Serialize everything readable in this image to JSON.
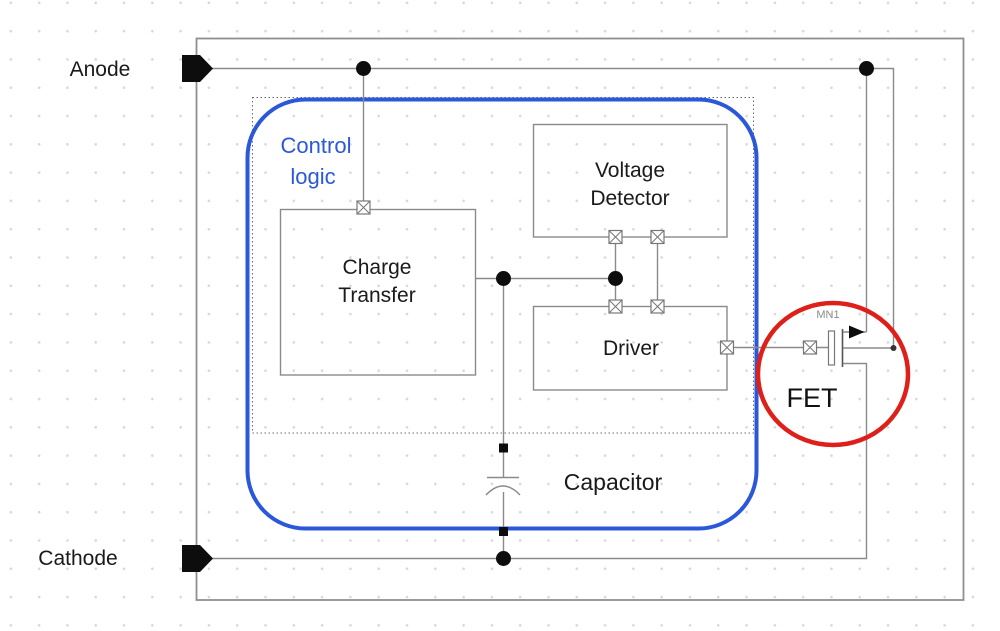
{
  "diagram": {
    "pins": {
      "anode_label": "Anode",
      "cathode_label": "Cathode"
    },
    "blocks": {
      "control_logic": {
        "line1": "Control",
        "line2": "logic"
      },
      "charge_transfer": {
        "line1": "Charge",
        "line2": "Transfer"
      },
      "voltage_detector": {
        "line1": "Voltage",
        "line2": "Detector"
      },
      "driver": {
        "label": "Driver"
      },
      "capacitor": {
        "label": "Capacitor"
      },
      "fet": {
        "label": "FET",
        "device_name": "MN1"
      }
    },
    "colors": {
      "control_logic_outline": "#2b58d8",
      "control_logic_text": "#2b58d8",
      "fet_highlight_circle": "#de201a",
      "wire": "#8a8a8a",
      "device_label": "#8c8c8c"
    }
  }
}
